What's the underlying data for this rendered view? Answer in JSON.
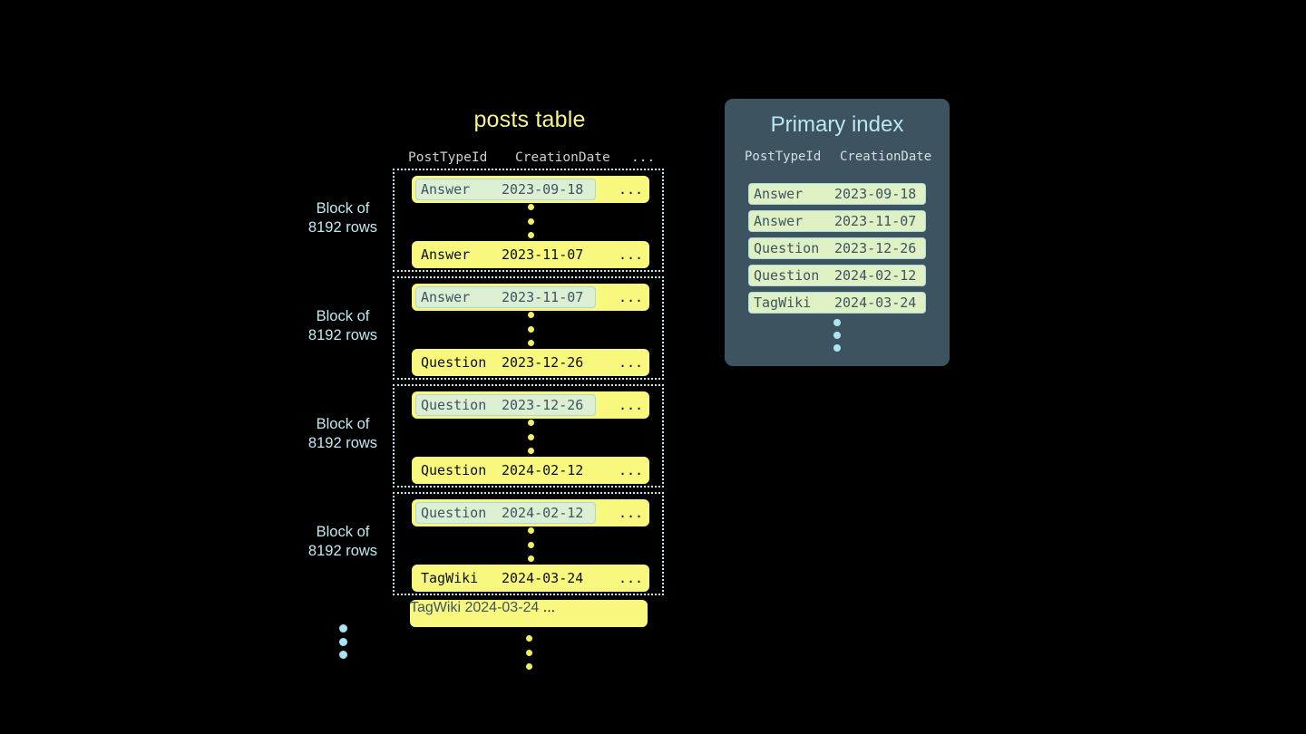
{
  "colors": {
    "background": "#000000",
    "row_yellow": "#f9f87e",
    "highlight_pill_green": "#dcefd2",
    "highlight_border_blue": "#a9d8e6",
    "title_yellow": "#f7f58a",
    "label_blue": "#bfe9f2",
    "index_panel_slate": "#3d5360",
    "index_row_green": "#dff0c3",
    "index_text_slate": "#3c5564",
    "dot_yellow": "#f2f06a",
    "dot_blue": "#a9e4f2",
    "header_gray": "#c9cfd4"
  },
  "posts_table": {
    "title": "posts table",
    "columns": {
      "post_type_id": "PostTypeId",
      "creation_date": "CreationDate",
      "more": "..."
    },
    "ellipsis": "...",
    "blocks": [
      {
        "label_line1": "Block of",
        "label_line2": "8192 rows",
        "first_row": {
          "post_type_id": "Answer",
          "creation_date": "2023-09-18",
          "more": "...",
          "highlighted": true
        },
        "last_row": {
          "post_type_id": "Answer",
          "creation_date": "2023-11-07",
          "more": "...",
          "highlighted": false
        }
      },
      {
        "label_line1": "Block of",
        "label_line2": "8192 rows",
        "first_row": {
          "post_type_id": "Answer",
          "creation_date": "2023-11-07",
          "more": "...",
          "highlighted": true
        },
        "last_row": {
          "post_type_id": "Question",
          "creation_date": "2023-12-26",
          "more": "...",
          "highlighted": false
        }
      },
      {
        "label_line1": "Block of",
        "label_line2": "8192 rows",
        "first_row": {
          "post_type_id": "Question",
          "creation_date": "2023-12-26",
          "more": "...",
          "highlighted": true
        },
        "last_row": {
          "post_type_id": "Question",
          "creation_date": "2024-02-12",
          "more": "...",
          "highlighted": false
        }
      },
      {
        "label_line1": "Block of",
        "label_line2": "8192 rows",
        "first_row": {
          "post_type_id": "Question",
          "creation_date": "2024-02-12",
          "more": "...",
          "highlighted": true
        },
        "last_row": {
          "post_type_id": "TagWiki",
          "creation_date": "2024-03-24",
          "more": "...",
          "highlighted": false
        }
      }
    ],
    "trailing_row": {
      "post_type_id": "TagWiki",
      "creation_date": "2024-03-24",
      "more": "...",
      "highlighted": true
    }
  },
  "primary_index": {
    "title": "Primary index",
    "columns": {
      "post_type_id": "PostTypeId",
      "creation_date": "CreationDate"
    },
    "rows": [
      {
        "post_type_id": "Answer",
        "creation_date": "2023-09-18"
      },
      {
        "post_type_id": "Answer",
        "creation_date": "2023-11-07"
      },
      {
        "post_type_id": "Question",
        "creation_date": "2023-12-26"
      },
      {
        "post_type_id": "Question",
        "creation_date": "2024-02-12"
      },
      {
        "post_type_id": "TagWiki",
        "creation_date": "2024-03-24"
      }
    ]
  }
}
